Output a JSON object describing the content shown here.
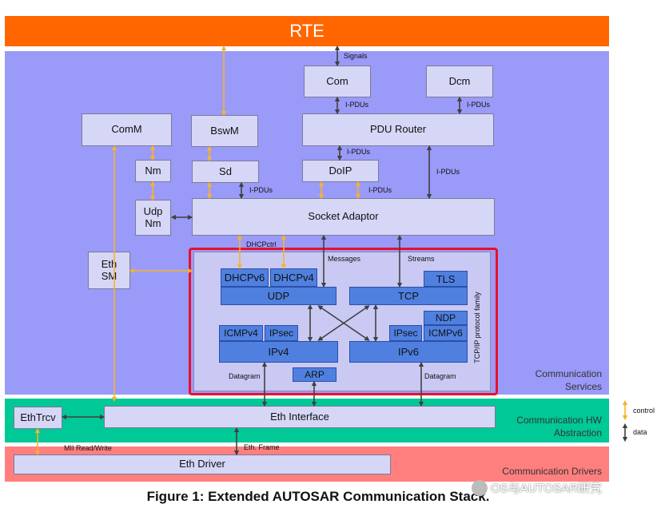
{
  "rte": "RTE",
  "layers": {
    "services": [
      "Communication",
      "Services"
    ],
    "hw": [
      "Communication HW",
      "Abstraction"
    ],
    "drivers": "Communication Drivers"
  },
  "boxes": {
    "com": "Com",
    "dcm": "Dcm",
    "comm": "ComM",
    "bswm": "BswM",
    "pdu_router": "PDU Router",
    "nm": "Nm",
    "sd": "Sd",
    "doip": "DoIP",
    "udp_nm": [
      "Udp",
      "Nm"
    ],
    "socket_adaptor": "Socket Adaptor",
    "eth_sm": [
      "Eth",
      "SM"
    ],
    "eth_trcv": "EthTrcv",
    "eth_interface": "Eth Interface",
    "eth_driver": "Eth Driver"
  },
  "tcpip": {
    "dhcpv6": "DHCPv6",
    "dhcpv4": "DHCPv4",
    "udp": "UDP",
    "tls": "TLS",
    "tcp": "TCP",
    "icmpv4": "ICMPv4",
    "ipsec_v4": "IPsec",
    "ipv4": "IPv4",
    "ndp": "NDP",
    "ipsec_v6": "IPsec",
    "icmpv6": "ICMPv6",
    "ipv6": "IPv6",
    "arp": "ARP",
    "family": "TCP/IP protocol family"
  },
  "labels": {
    "signals": "Signals",
    "ipdus": "I-PDUs",
    "dhcpctrl": "DHCPctrl",
    "messages": "Messages",
    "streams": "Streams",
    "datagram": "Datagram",
    "mii": "MII Read/Write",
    "eth_frame": "Eth. Frame"
  },
  "legend": {
    "control": "control",
    "data": "data"
  },
  "caption": "Figure 1: Extended AUTOSAR Communication Stack.",
  "watermark": "OS与AUTOSAR研究",
  "colors": {
    "rte": "#ff6600",
    "services": "#9a9af8",
    "hw": "#00c896",
    "drivers": "#ff7f7f",
    "control": "#f7b32b",
    "data": "#404040",
    "highlight": "#e8102a"
  }
}
